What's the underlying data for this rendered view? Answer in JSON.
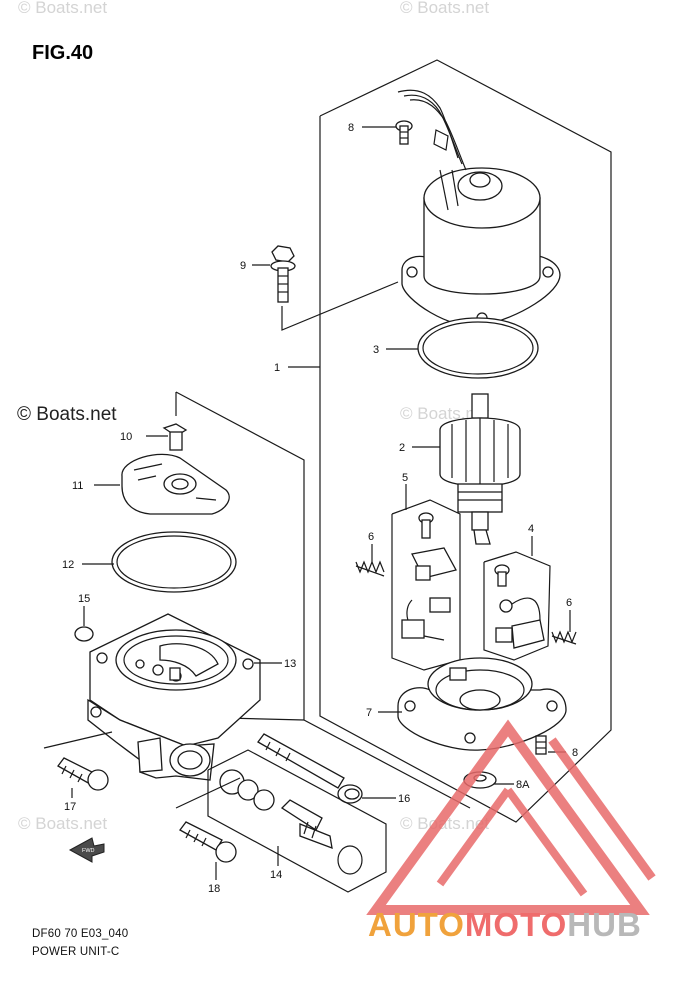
{
  "figure_title": "FIG.40",
  "watermark_text": "© Boats.net",
  "diagram_code": "DF60 70 E03_040",
  "diagram_subtitle": "POWER UNIT-C",
  "brand": {
    "part1": "AUTO",
    "part2": "MOTO",
    "part3": "HUB"
  },
  "callouts": {
    "c1": "1",
    "c2": "2",
    "c3": "3",
    "c4": "4",
    "c5": "5",
    "c6a": "6",
    "c6b": "6",
    "c7": "7",
    "c8a": "8",
    "c8b": "8",
    "c8A": "8A",
    "c9": "9",
    "c10": "10",
    "c11": "11",
    "c12": "12",
    "c13": "13",
    "c14": "14",
    "c15": "15",
    "c16": "16",
    "c17": "17",
    "c18": "18"
  },
  "fwd_label": "FWD",
  "colors": {
    "line": "#1a1a1a",
    "watermark": "#d4d4d4",
    "brand_orange": "#f0a23c",
    "brand_red": "#ef6c6c",
    "brand_gray": "#b8b8b8",
    "logo_red": "#e86a6a"
  }
}
